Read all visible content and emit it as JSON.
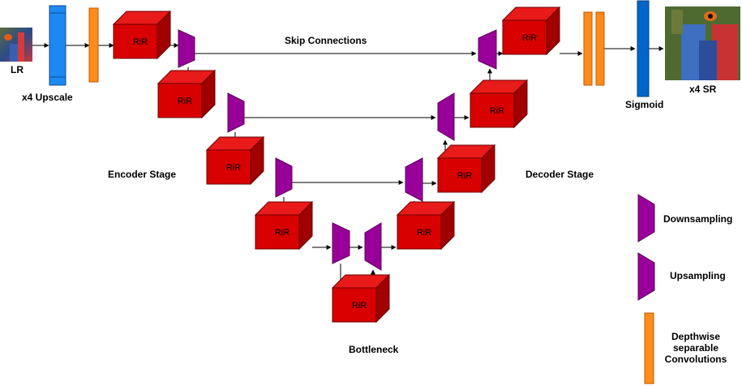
{
  "labels": {
    "lr": "LR",
    "upscale": "x4 Upscale",
    "skip": "Skip Connections",
    "sigmoid": "Sigmoid",
    "sr": "x4 SR",
    "encoder": "Encoder Stage",
    "decoder": "Decoder Stage",
    "bottleneck": "Bottleneck"
  },
  "block_label": "RiR",
  "legend": {
    "downsampling": "Downsampling",
    "upsampling": "Upsampling",
    "dsc": [
      "Depthwise",
      "separable",
      "Convolutions"
    ]
  },
  "colors": {
    "block_front": "#d80000",
    "block_top": "#e81a1a",
    "block_side": "#a00000",
    "block_stroke": "#6b0000",
    "sampler_fill": "#990099",
    "sampler_stroke": "#5a005a",
    "upscale_fill": "#1e88f0",
    "upscale_stroke": "#0d4f96",
    "dsc_fill": "#ff8c1a",
    "dsc_stroke": "#c05a00",
    "sigmoid_fill": "#0066cc",
    "sigmoid_stroke": "#003d7a"
  }
}
